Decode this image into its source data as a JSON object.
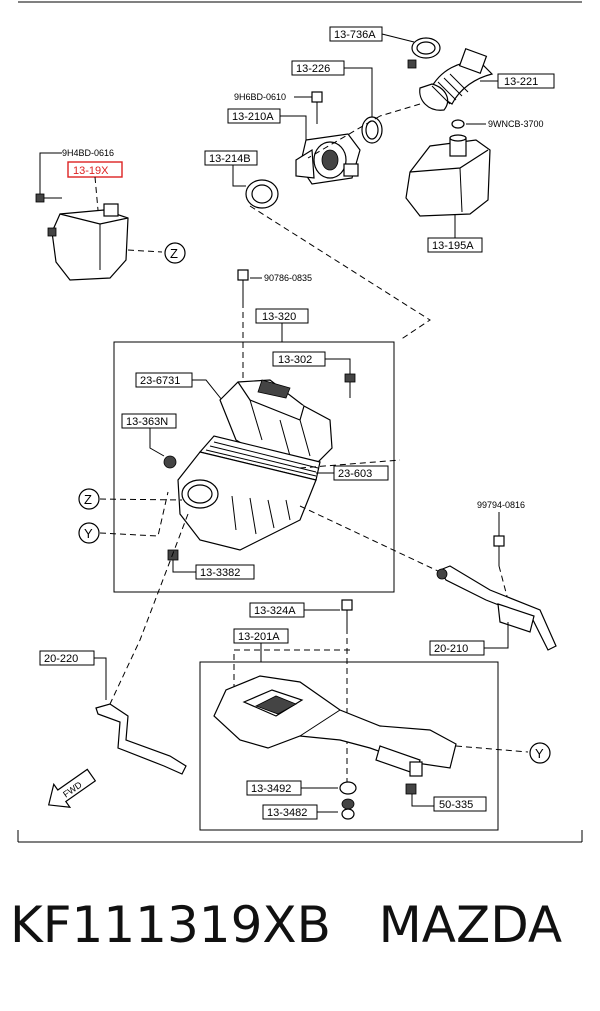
{
  "labels": {
    "l_13_736A": "13-736A",
    "l_13_226": "13-226",
    "l_13_221": "13-221",
    "l_9H6BD": "9H6BD-0610",
    "l_9WNCB": "9WNCB-3700",
    "l_13_210A": "13-210A",
    "l_9H4BD": "9H4BD-0616",
    "l_13_19X": "13-19X",
    "l_13_214B": "13-214B",
    "l_13_195A": "13-195A",
    "l_90786": "90786-0835",
    "l_13_320": "13-320",
    "l_13_302": "13-302",
    "l_23_6731": "23-6731",
    "l_13_363N": "13-363N",
    "l_23_603": "23-603",
    "l_99794": "99794-0816",
    "l_13_3382": "13-3382",
    "l_13_324A": "13-324A",
    "l_13_201A": "13-201A",
    "l_20_220": "20-220",
    "l_20_210": "20-210",
    "l_13_3492": "13-3492",
    "l_13_3482": "13-3482",
    "l_50_335": "50-335"
  },
  "markers": {
    "z": "Z",
    "y": "Y"
  },
  "fwd": "FWD",
  "highlight_color": "#d22222",
  "caption": "KF111319XB   MAZDA"
}
